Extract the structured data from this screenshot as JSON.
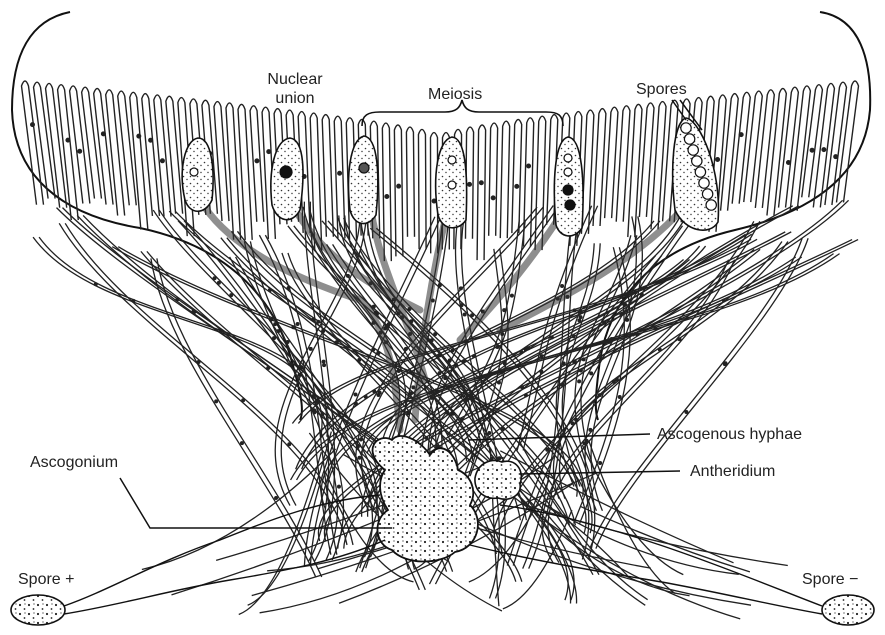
{
  "labels": {
    "nuclear_union": "Nuclear\nunion",
    "meiosis": "Meiosis",
    "spores": "Spores",
    "ascogenous_hyphae": "Ascogenous hyphae",
    "ascogonium": "Ascogonium",
    "antheridium": "Antheridium",
    "spore_plus": "Spore +",
    "spore_minus": "Spore −"
  }
}
